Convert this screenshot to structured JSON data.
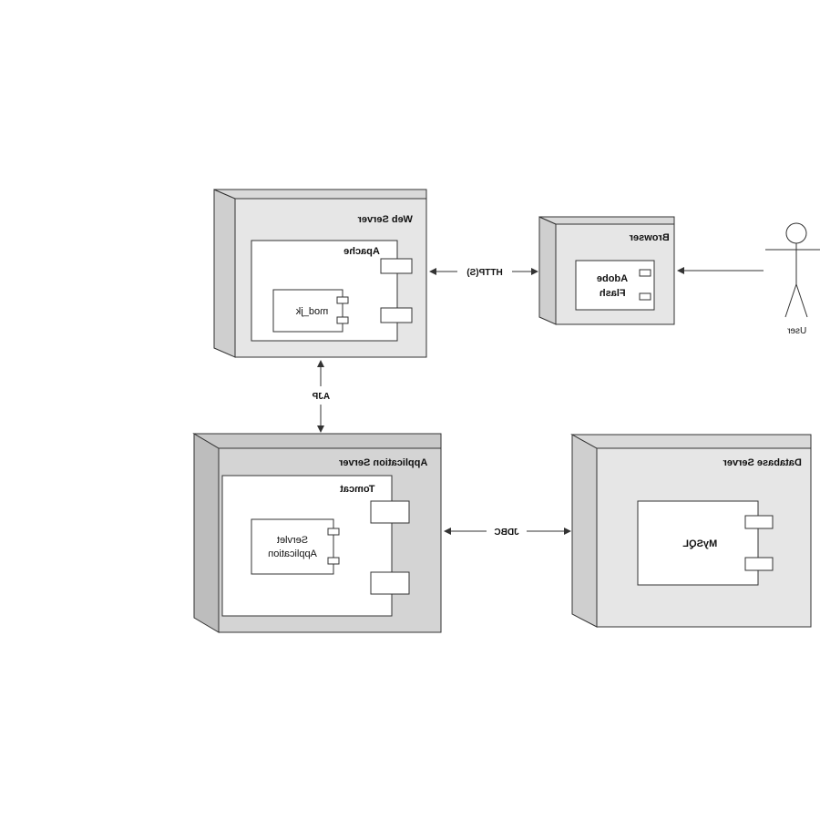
{
  "diagram": {
    "nodes": {
      "web_server": {
        "title": "Web Server",
        "component": "Apache",
        "inner": "mod_jk"
      },
      "browser": {
        "title": "Browser",
        "inner_line1": "Adobe",
        "inner_line2": "Flash"
      },
      "application_server": {
        "title": "Application Server",
        "component": "Tomcat",
        "inner_line1": "Servlet",
        "inner_line2": "Application"
      },
      "database_server": {
        "title": "Database Server",
        "inner": "MySQL"
      }
    },
    "actor": {
      "label": "User"
    },
    "connections": {
      "web_browser": "HTTP(S)",
      "web_app": "AJP",
      "app_db": "JDBC"
    },
    "colors": {
      "node_front": "#e6e6e6",
      "node_side": "#cfcfcf",
      "app_front": "#d4d4d4",
      "app_side": "#bdbdbd",
      "inner_fill": "#ffffff",
      "stroke": "#333333"
    }
  }
}
